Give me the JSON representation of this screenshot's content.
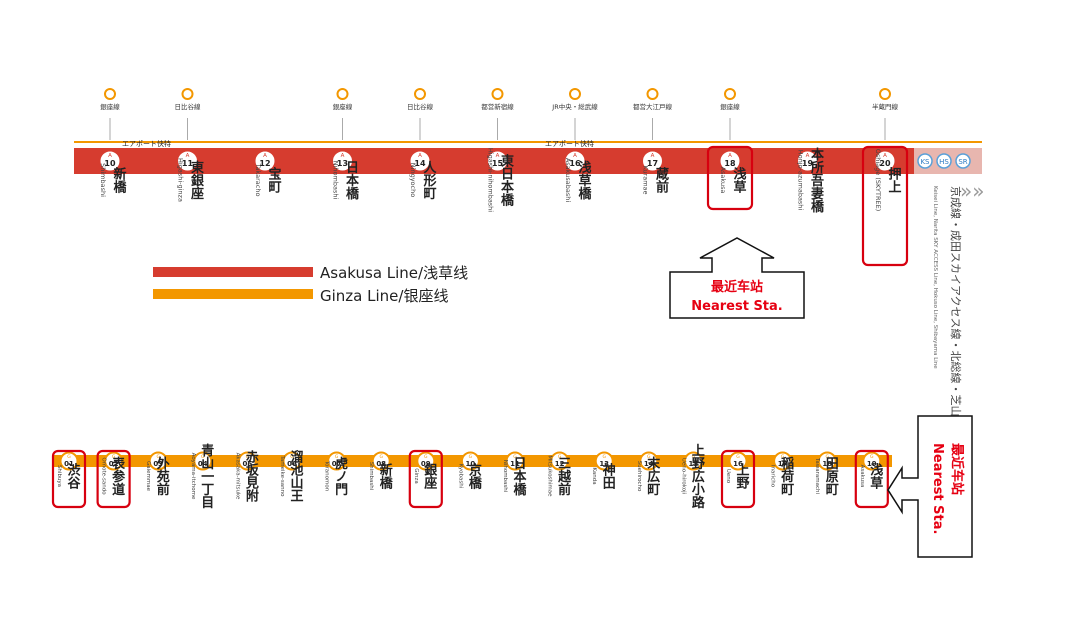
{
  "colors": {
    "asakusa_line": "#d63c2f",
    "asakusa_line_light": "#e8b6af",
    "ginza_line": "#f39700",
    "highlight": "#d7000f",
    "callout_text": "#e60012",
    "station_name": "#222222"
  },
  "legend": {
    "asakusa_label": "Asakusa Line/浅草线",
    "ginza_label": "Ginza Line/银座线"
  },
  "callout_asakusa": {
    "zh": "最近车站",
    "en": "Nearest Sta."
  },
  "callout_ginza": {
    "zh": "最近车站",
    "en": "Nearest Sta."
  },
  "asakusa_line": {
    "band_label_left": "エアポート快特",
    "band_label_right": "エアポート快特",
    "continuation_codes": [
      "KS",
      "HS",
      "SR"
    ],
    "continuation_text": "京成線・成田スカイアクセス線・北総線・芝山鉄道線 直通運転",
    "continuation_en": "Keisei Line, Narita SKY ACCESS Line, Hokuso Line, Shibayama Line",
    "stations": [
      {
        "code": "10",
        "ja": "新橋",
        "en": "Shimbashi",
        "transfer_top": "銀座線",
        "highlight": false
      },
      {
        "code": "11",
        "ja": "東銀座",
        "en": "Higashi-ginza",
        "transfer_top": "日比谷線",
        "highlight": false
      },
      {
        "code": "12",
        "ja": "宝町",
        "en": "Takaracho",
        "transfer_top": "",
        "highlight": false
      },
      {
        "code": "13",
        "ja": "日本橋",
        "en": "Nihombashi",
        "transfer_top": "銀座線",
        "highlight": false
      },
      {
        "code": "14",
        "ja": "人形町",
        "en": "Ningyocho",
        "transfer_top": "日比谷線",
        "highlight": false
      },
      {
        "code": "15",
        "ja": "東日本橋",
        "en": "Higashi-nihombashi",
        "transfer_top": "都営新宿線",
        "highlight": false
      },
      {
        "code": "16",
        "ja": "浅草橋",
        "en": "Asakusabashi",
        "transfer_top": "JR中央・総武線",
        "highlight": false
      },
      {
        "code": "17",
        "ja": "蔵前",
        "en": "Kuramae",
        "transfer_top": "都営大江戸線",
        "highlight": false
      },
      {
        "code": "18",
        "ja": "浅草",
        "en": "Asakusa",
        "transfer_top": "銀座線",
        "highlight": true
      },
      {
        "code": "19",
        "ja": "本所吾妻橋",
        "en": "Honjo-azumabashi",
        "transfer_top": "",
        "highlight": false
      },
      {
        "code": "20",
        "ja": "押上",
        "en": "Oshiage (SKYTREE)",
        "transfer_top": "半蔵門線",
        "highlight": true
      }
    ]
  },
  "ginza_line": {
    "stations": [
      {
        "code": "01",
        "ja": "渋谷",
        "en": "Shibuya",
        "highlight": true
      },
      {
        "code": "02",
        "ja": "表参道",
        "en": "Omote-sando",
        "highlight": true
      },
      {
        "code": "03",
        "ja": "外苑前",
        "en": "Gaiemmae",
        "highlight": false
      },
      {
        "code": "04",
        "ja": "青山一丁目",
        "en": "Aoyama-itchome",
        "highlight": false
      },
      {
        "code": "05",
        "ja": "赤坂見附",
        "en": "Akasaka-mitsuke",
        "highlight": false
      },
      {
        "code": "06",
        "ja": "溜池山王",
        "en": "Tameike-sanno",
        "highlight": false
      },
      {
        "code": "07",
        "ja": "虎ノ門",
        "en": "Toranomon",
        "highlight": false
      },
      {
        "code": "08",
        "ja": "新橋",
        "en": "Shimbashi",
        "highlight": false
      },
      {
        "code": "09",
        "ja": "銀座",
        "en": "Ginza",
        "highlight": true
      },
      {
        "code": "10",
        "ja": "京橋",
        "en": "Kyobashi",
        "highlight": false
      },
      {
        "code": "11",
        "ja": "日本橋",
        "en": "Nihombashi",
        "highlight": false
      },
      {
        "code": "12",
        "ja": "三越前",
        "en": "Mitsukoshimae",
        "highlight": false
      },
      {
        "code": "13",
        "ja": "神田",
        "en": "Kanda",
        "highlight": false
      },
      {
        "code": "14",
        "ja": "末広町",
        "en": "Suehirocho",
        "highlight": false
      },
      {
        "code": "15",
        "ja": "上野広小路",
        "en": "Ueno-hirokoji",
        "highlight": false
      },
      {
        "code": "16",
        "ja": "上野",
        "en": "Ueno",
        "highlight": true
      },
      {
        "code": "17",
        "ja": "稲荷町",
        "en": "Inaricho",
        "highlight": false
      },
      {
        "code": "18",
        "ja": "田原町",
        "en": "Tawaramachi",
        "highlight": false
      },
      {
        "code": "19",
        "ja": "浅草",
        "en": "Asakusa",
        "highlight": true
      }
    ]
  }
}
